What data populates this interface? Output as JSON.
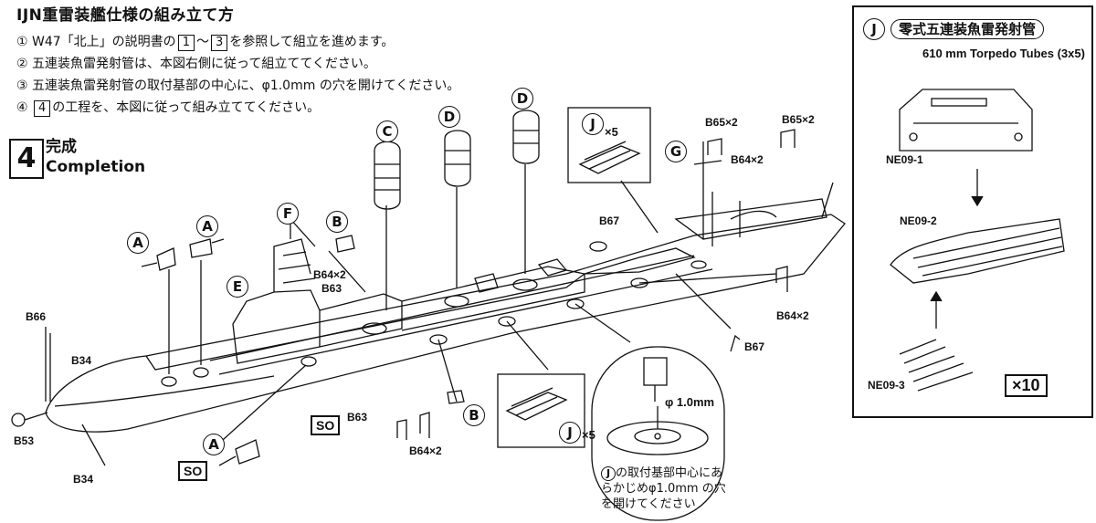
{
  "header": {
    "title": "IJN重雷装艦仕様の組み立て方",
    "steps": [
      {
        "num": "①",
        "pre": "W47「北上」の説明書の",
        "box1": "1",
        "sep": "～",
        "box2": "3",
        "post": "を参照して組立を進めます。"
      },
      {
        "num": "②",
        "text": "五連装魚雷発射管は、本図右側に従って組立ててください。"
      },
      {
        "num": "③",
        "text": "五連装魚雷発射管の取付基部の中心に、φ1.0mm の穴を開けてください。"
      },
      {
        "num": "④",
        "box1": "4",
        "post": "の工程を、本図に従って組み立ててください。"
      }
    ]
  },
  "step4": {
    "number": "4",
    "jp": "完成",
    "en": "Completion"
  },
  "callouts": {
    "A": "A",
    "B": "B",
    "C": "C",
    "D": "D",
    "E": "E",
    "F": "F",
    "G": "G",
    "J": "J"
  },
  "parts": {
    "B66": "B66",
    "B34": "B34",
    "B53": "B53",
    "B63": "B63",
    "B64x2": "B64×2",
    "B65x2": "B65×2",
    "B67": "B67",
    "x5": "×5",
    "so": "SO"
  },
  "panel": {
    "letter": "J",
    "title_jp": "零式五連装魚雷発射管",
    "title_en": "610 mm Torpedo Tubes (3x5)",
    "ne1": "NE09-1",
    "ne2": "NE09-2",
    "ne3": "NE09-3",
    "count": "×10"
  },
  "detail": {
    "hole": "φ 1.0mm",
    "note_prefix": "J",
    "note": "の取付基部中心にあらかじめφ1.0mm の穴を開けてください"
  }
}
